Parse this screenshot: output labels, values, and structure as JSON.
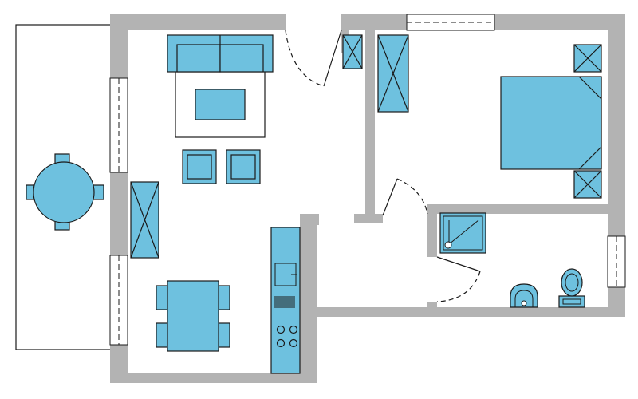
{
  "colors": {
    "wall": "#b3b3b3",
    "furniture": "#6ec1df",
    "outline": "#1a1a1a",
    "background": "#ffffff"
  },
  "rooms": [
    "balcony",
    "living-room",
    "kitchen",
    "bedroom",
    "bathroom",
    "hallway"
  ],
  "furniture": {
    "sofa": "sofa-icon",
    "coffee_table": "coffee-table-icon",
    "armchairs": 2,
    "tv_cabinet": "tv-cabinet-icon",
    "dining_table": "dining-table-icon",
    "dining_chairs": 4,
    "kitchen_counter": "kitchen-counter-icon",
    "sink": "sink-icon",
    "dishwasher": "dishwasher-icon",
    "stove": "stove-icon",
    "stove_burners": 4,
    "wardrobes": 2,
    "double_bed": "double-bed-icon",
    "nightstands": 2,
    "shower": "shower-icon",
    "washbasin": "washbasin-icon",
    "toilet": "toilet-icon",
    "balcony_table": "round-table-icon",
    "balcony_chairs": 4
  }
}
